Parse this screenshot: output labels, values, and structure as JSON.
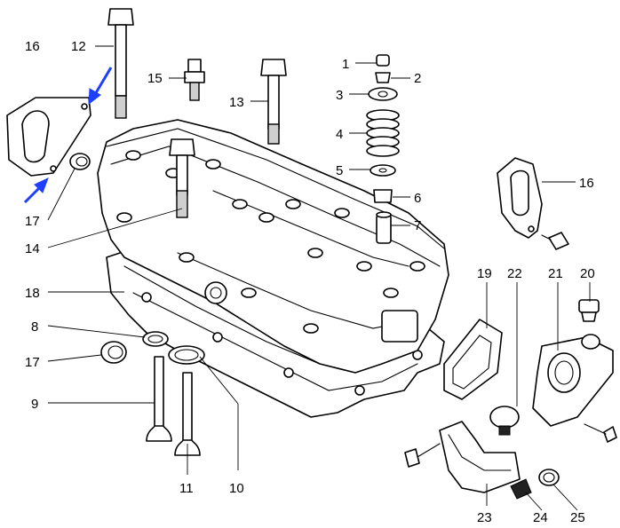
{
  "figure": {
    "title": "Cylinder head assembly exploded view",
    "callouts": {
      "c1": "1",
      "c2": "2",
      "c3": "3",
      "c4": "4",
      "c5": "5",
      "c6": "6",
      "c7": "7",
      "c8": "8",
      "c9": "9",
      "c10": "10",
      "c11": "11",
      "c12": "12",
      "c13": "13",
      "c14": "14",
      "c15": "15",
      "c16a": "16",
      "c16b": "16",
      "c17a": "17",
      "c17b": "17",
      "c18": "18",
      "c19": "19",
      "c20": "20",
      "c21": "21",
      "c22": "22",
      "c23": "23",
      "c24": "24",
      "c25": "25"
    },
    "highlight_color": "#1f3fff"
  }
}
